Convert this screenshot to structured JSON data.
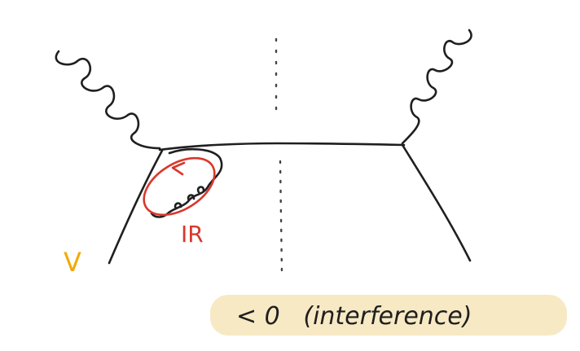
{
  "labels": {
    "vertex_label": "V",
    "loop_label": "IR",
    "note": "< 0   (interference)"
  },
  "colors": {
    "ink": "#1f1f1f",
    "loop": "#d9372b",
    "vertex_label": "#f2a900",
    "highlight": "#f7e9c4",
    "cut_line": "#444444"
  }
}
